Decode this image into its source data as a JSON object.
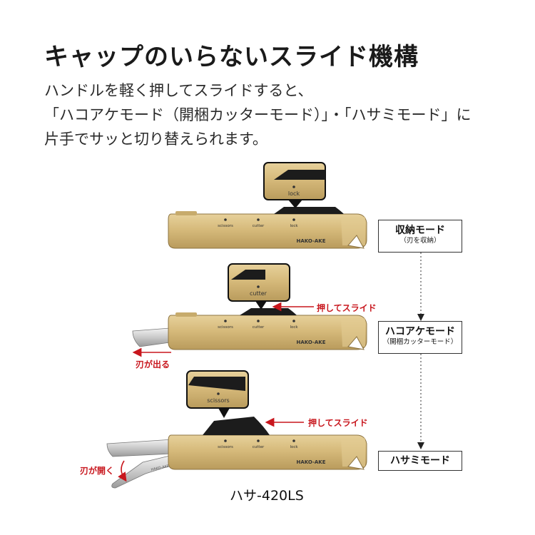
{
  "title": "キャップのいらないスライド機構",
  "description": [
    "ハンドルを軽く押してスライドすると、",
    "「ハコアケモード（開梱カッターモード）」・「ハサミモード」に",
    "片手でサッと切り替えられます。"
  ],
  "knife_labels": {
    "scissors": "scissors",
    "cutter": "cutter",
    "lock": "lock",
    "brand": "HAKO-AKE"
  },
  "blade_engraving": "HAKO-AKE",
  "modes": [
    {
      "name": "収納モード",
      "sub": "（刃を収納）",
      "callout": "lock"
    },
    {
      "name": "ハコアケモード",
      "sub": "（開梱カッターモード）",
      "callout": "cutter"
    },
    {
      "name": "ハサミモード",
      "sub": "",
      "callout": "scissors"
    }
  ],
  "annotations": {
    "push_slide_1": "押してスライド",
    "push_slide_2": "押してスライド",
    "blade_out": "刃が出る",
    "blade_open": "刃が開く"
  },
  "model_name": "ハサ-420LS",
  "colors": {
    "body": "#d7bc7e",
    "accent_red": "#c8161d",
    "dark": "#1c1c1c"
  }
}
